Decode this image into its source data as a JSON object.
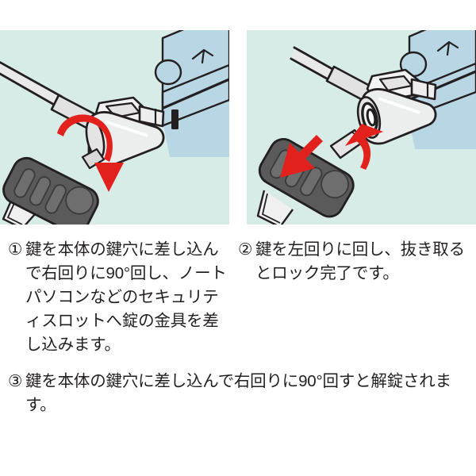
{
  "document": {
    "type": "instruction-diagram",
    "language": "ja",
    "background_color": "#ffffff"
  },
  "panels": [
    {
      "id": "panel-1",
      "name": "insert-key-and-turn-right",
      "background_color": "#d7ece6",
      "depicts": "A security cable lock being inserted into a notebook PC security slot, with the black key head turned clockwise 90 degrees; a red curved arrow shows the clockwise rotation.",
      "elements": {
        "cable_color": "#e9e9e9",
        "lock_body_color": "#eceded",
        "key_head_color": "#5a5a5a",
        "laptop_color": "#b9d6e5",
        "arrow_color": "#e2211c"
      }
    },
    {
      "id": "panel-2",
      "name": "turn-key-left-and-remove",
      "background_color": "#d7ece6",
      "depicts": "The key being turned counter-clockwise and pulled out of the lock cylinder, which remains attached to the notebook PC; a red straight arrow shows pulling out and a red curved arrow shows the counter-clockwise rotation.",
      "elements": {
        "cable_color": "#e9e9e9",
        "lock_body_color": "#eceded",
        "key_head_color": "#5a5a5a",
        "laptop_color": "#b9d6e5",
        "arrow_color": "#e2211c"
      }
    }
  ],
  "captions": {
    "step1": {
      "marker": "①",
      "text": "鍵を本体の鍵穴に差し込んで右回りに90°回し、ノートパソコンなどのセキュリティスロットへ錠の金具を差し込みます。"
    },
    "step2": {
      "marker": "②",
      "text": "鍵を左回りに回し、抜き取るとロック完了です。"
    },
    "step3": {
      "marker": "③",
      "text": "鍵を本体の鍵穴に差し込んで右回りに90°回すと解錠されます。"
    }
  }
}
